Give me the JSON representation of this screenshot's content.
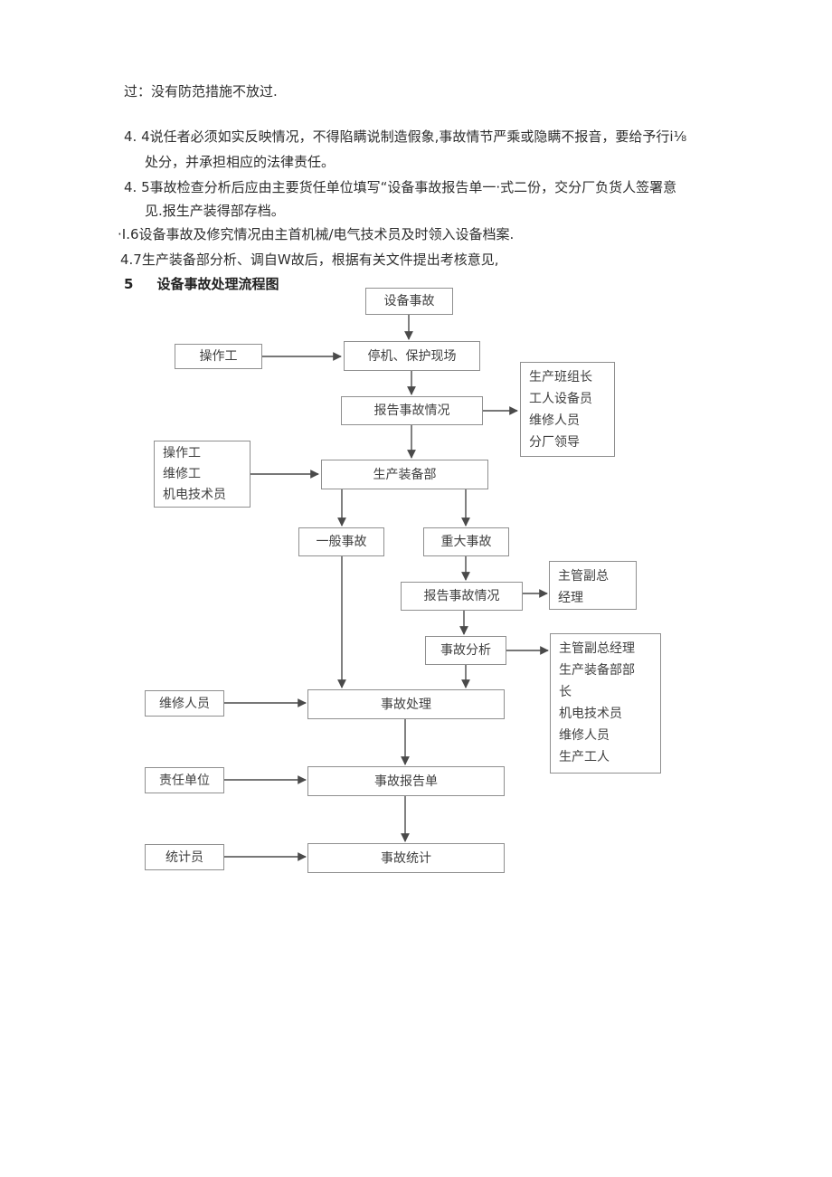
{
  "document": {
    "lines": [
      "过：没有防范措施不放过.",
      "4. 4说任者必须如实反映情况，不得陷瞒说制造假象,事故情节严乘或隐瞒不报音，要给予行i⅛",
      "处分，并承担相应的法律责任。",
      "4. 5事故检查分析后应由主要货任单位填写“设备事故报告单一·式二份，交分厂负货人签署意",
      "见.报生产装得部存档。",
      "·I.6设备事故及修究情况由主首机械/电气技术员及时领入设备档案.",
      "4.7生产装备部分析、调自W故后，根据有关文件提出考核意见,"
    ],
    "heading": {
      "number": "5",
      "title": "设备事故处理流程图"
    }
  },
  "flowchart": {
    "nodes": {
      "equipment_accident": "设备事故",
      "operator": "操作工",
      "stop_protect": "停机、保护现场",
      "report_accident_1": "报告事故情况",
      "notify_group": "生产班组长\n工人设备员\n维修人员\n分厂领导",
      "operator_group": "操作工\n维修工\n机电技术员",
      "production_dept": "生产装备部",
      "general_accident": "一般事故",
      "major_accident": "重大事故",
      "report_accident_2": "报告事故情况",
      "deputy_gm": "主管副总\n经理",
      "accident_analysis": "事故分析",
      "analysis_group": "主管副总经理\n生产装备部部\n长\n机电技术员\n维修人员\n生产工人",
      "maintenance_staff": "维修人员",
      "accident_handling": "事故处理",
      "responsible_unit": "责任单位",
      "accident_report_form": "事故报告单",
      "statistician": "统计员",
      "accident_statistics": "事故统计"
    }
  }
}
